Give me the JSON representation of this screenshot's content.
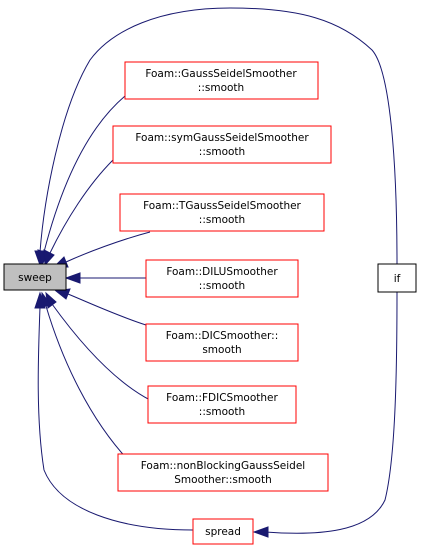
{
  "colors": {
    "edge": "#191970",
    "node_border_red": "#ff0000",
    "node_border_black": "#000000",
    "focus_fill": "#bfbfbf",
    "background": "#ffffff"
  },
  "nodes": {
    "sweep": {
      "lines": [
        "sweep"
      ]
    },
    "gauss": {
      "lines": [
        "Foam::GaussSeidelSmoother",
        "::smooth"
      ]
    },
    "symgauss": {
      "lines": [
        "Foam::symGaussSeidelSmoother",
        "::smooth"
      ]
    },
    "tgauss": {
      "lines": [
        "Foam::TGaussSeidelSmoother",
        "::smooth"
      ]
    },
    "dilu": {
      "lines": [
        "Foam::DILUSmoother",
        "::smooth"
      ]
    },
    "dic": {
      "lines": [
        "Foam::DICSmoother::",
        "smooth"
      ]
    },
    "fdic": {
      "lines": [
        "Foam::FDICSmoother",
        "::smooth"
      ]
    },
    "nonblocking": {
      "lines": [
        "Foam::nonBlockingGaussSeidel",
        "Smoother::smooth"
      ]
    },
    "spread": {
      "lines": [
        "spread"
      ]
    },
    "if_node": {
      "lines": [
        "if"
      ]
    }
  }
}
